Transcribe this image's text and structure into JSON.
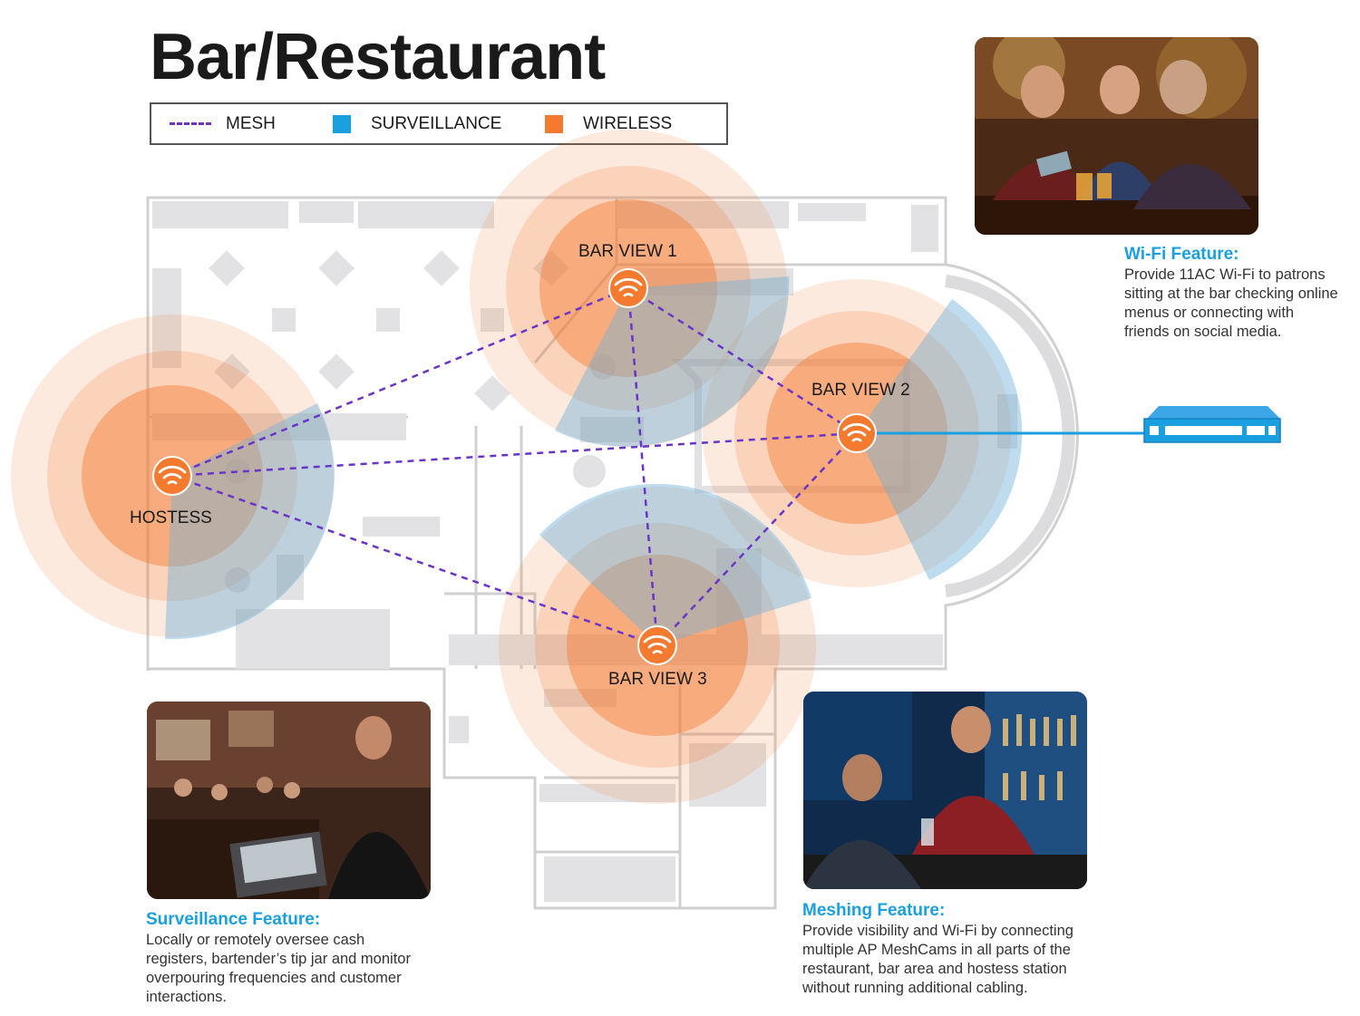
{
  "title": "Bar/Restaurant",
  "legend": {
    "mesh": "MESH",
    "surveillance": "SURVEILLANCE",
    "wireless": "WIRELESS"
  },
  "colors": {
    "mesh": "#6b34c9",
    "surveillance": "#1aa0e0",
    "wireless": "#f47a30",
    "feature_title": "#1aa0e0"
  },
  "access_points": {
    "hostess": "HOSTESS",
    "bar_view_1": "BAR VIEW 1",
    "bar_view_2": "BAR VIEW 2",
    "bar_view_3": "BAR VIEW 3"
  },
  "icons": {
    "ap": "wifi-icon",
    "switch": "network-switch-icon"
  },
  "features": {
    "wifi": {
      "title": "Wi-Fi Feature:",
      "lines": [
        "Provide 11AC Wi-Fi to patrons",
        "sitting at the bar checking online",
        "menus or connecting with",
        "friends on social media."
      ]
    },
    "surveillance": {
      "title": "Surveillance Feature:",
      "lines": [
        "Locally or remotely oversee cash",
        "registers, bartender’s tip jar and monitor",
        "overpouring frequencies and customer",
        "interactions."
      ]
    },
    "meshing": {
      "title": "Meshing Feature:",
      "lines": [
        "Provide visibility and Wi-Fi by connecting",
        "multiple AP MeshCams in all parts of the",
        "restaurant, bar area and hostess station",
        "without running additional cabling."
      ]
    }
  }
}
